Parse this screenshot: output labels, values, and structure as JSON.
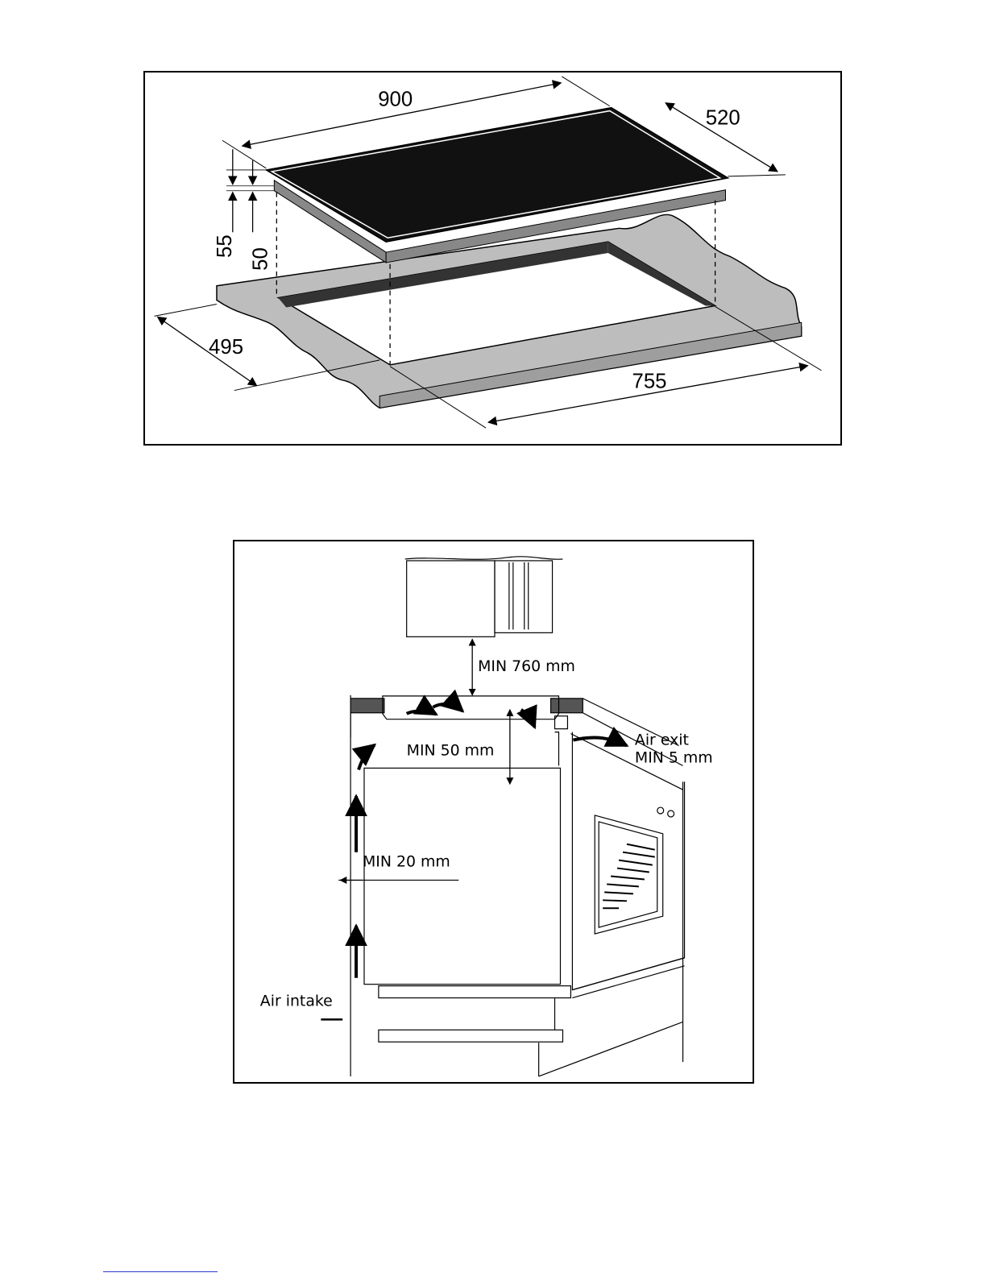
{
  "cooktop_dimensions": {
    "width": "900",
    "depth": "520",
    "height_total": "55",
    "height_body": "50",
    "cutout_depth": "495",
    "cutout_width": "755"
  },
  "ventilation_clearances": {
    "min_above": "MIN 760 mm",
    "min_below": "MIN 50 mm",
    "air_exit_label": "Air exit",
    "air_exit_min": "MIN 5 mm",
    "min_rear": "MIN 20 mm",
    "air_intake_label": "Air intake"
  },
  "colors": {
    "glass": "#111111",
    "frame": "#888888",
    "worktop": "#bdbdbd",
    "cutout_edge": "#333333"
  }
}
